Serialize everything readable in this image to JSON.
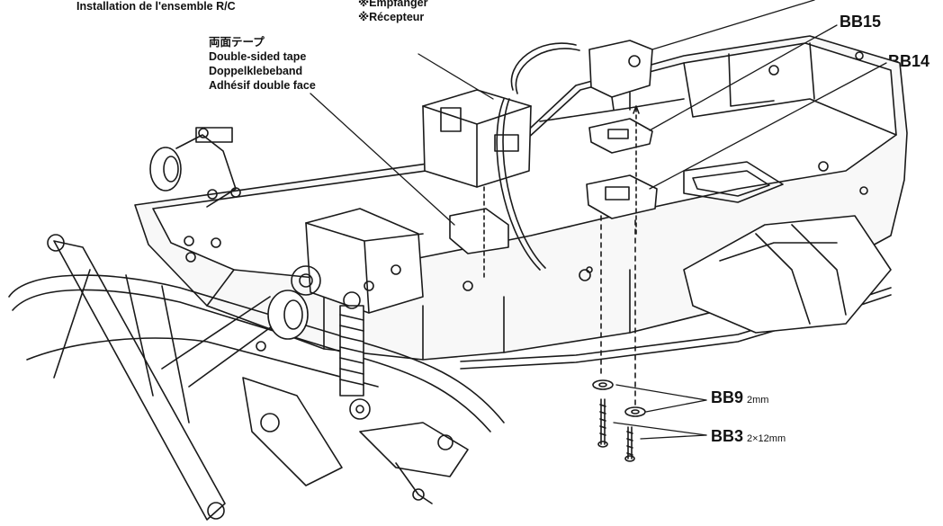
{
  "header": {
    "step_title": "Installation de l'ensemble R/C",
    "receiver_labels": [
      "※Empfänger",
      "※Récepteur"
    ]
  },
  "tape_labels": [
    "両面テープ",
    "Double-sided tape",
    "Doppelklebeband",
    "Adhésif double face"
  ],
  "parts": [
    {
      "code": "BB15",
      "size": ""
    },
    {
      "code": "BB14",
      "size": ""
    },
    {
      "code": "BB9",
      "size": "2mm"
    },
    {
      "code": "BB3",
      "size": "2×12mm"
    }
  ]
}
